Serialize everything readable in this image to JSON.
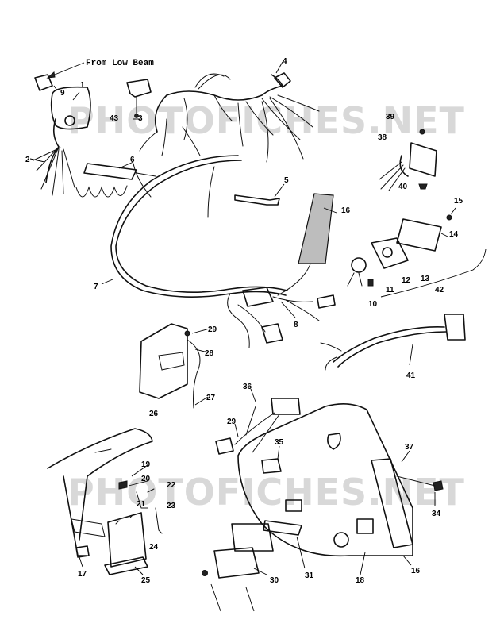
{
  "diagram": {
    "header_note": "From Low Beam",
    "watermarks": [
      "PHOTOFICHES.NET",
      "PHOTOFICHES.NET"
    ],
    "callouts": [
      "1",
      "9",
      "43",
      "3",
      "4",
      "2",
      "6",
      "5",
      "16",
      "39",
      "38",
      "40",
      "15",
      "14",
      "12",
      "13",
      "11",
      "10",
      "42",
      "7",
      "8",
      "29",
      "28",
      "26",
      "27",
      "41",
      "36",
      "29",
      "35",
      "37",
      "34",
      "19",
      "20",
      "22",
      "21",
      "23",
      "24",
      "17",
      "25",
      "30",
      "31",
      "18",
      "16"
    ]
  }
}
